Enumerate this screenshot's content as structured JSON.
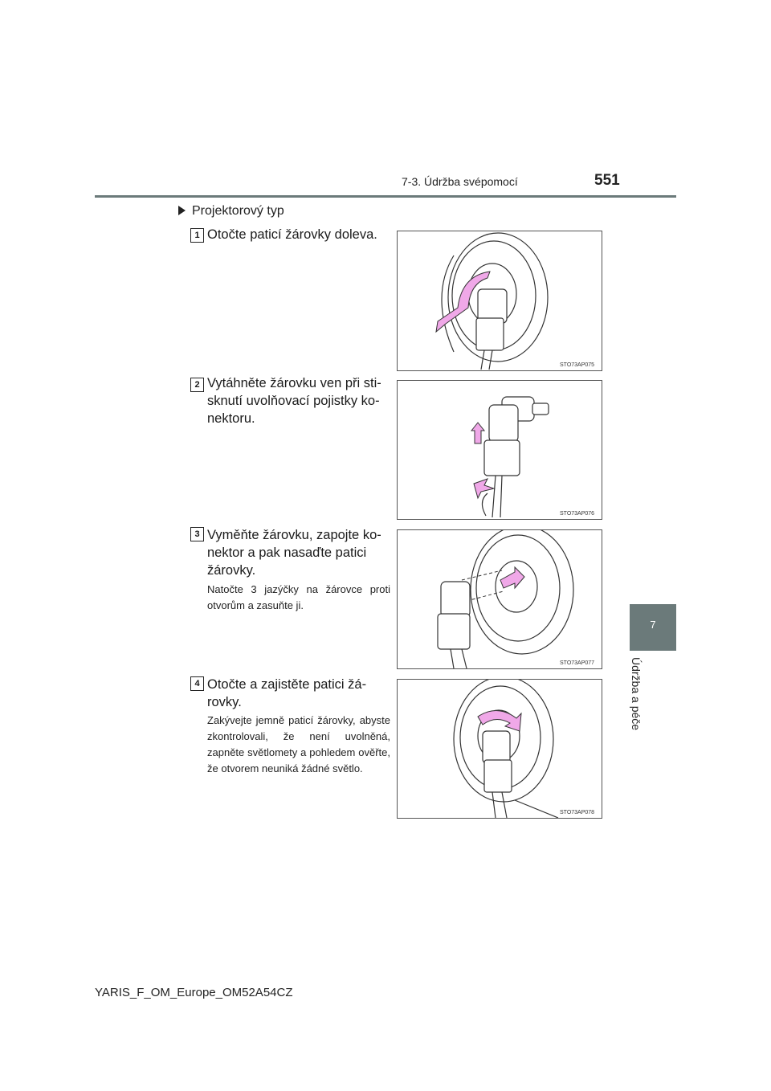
{
  "header": {
    "section": "7-3. Údržba svépomocí",
    "page_number": "551"
  },
  "side_tab": {
    "chapter_number": "7",
    "chapter_title": "Údržba a péče"
  },
  "intro": {
    "type_label": "Projektorový typ"
  },
  "steps": [
    {
      "number": "1",
      "text": "Otočte paticí žárovky doleva.",
      "figure_code": "STO73AP075"
    },
    {
      "number": "2",
      "text": "Vytáhněte žárovku ven při stisknutí uvolňovací pojistky konektoru.",
      "text_lines": [
        "Vytáhněte žárovku ven při sti-",
        "sknutí uvolňovací pojistky ko-",
        "nektoru."
      ],
      "figure_code": "STO73AP076"
    },
    {
      "number": "3",
      "text_lines": [
        "Vyměňte žárovku, zapojte ko-",
        "nektor a pak nasaďte patici",
        "žárovky."
      ],
      "note": "Natočte 3 jazýčky na žárovce proti otvorům a zasuňte ji.",
      "figure_code": "STO73AP077"
    },
    {
      "number": "4",
      "text_lines": [
        "Otočte a zajistěte patici žá-",
        "rovky."
      ],
      "note": "Zakývejte jemně paticí žárovky, abyste zkontrolovali, že není uvolněná, zapněte světlomety a pohledem ověřte, že otvorem neuniká žádné světlo.",
      "figure_code": "STO73AP078"
    }
  ],
  "footer": {
    "document_id": "YARIS_F_OM_Europe_OM52A54CZ"
  },
  "colors": {
    "accent_gray": "#6b7a7a",
    "arrow_pink": "#f0a8e8"
  }
}
